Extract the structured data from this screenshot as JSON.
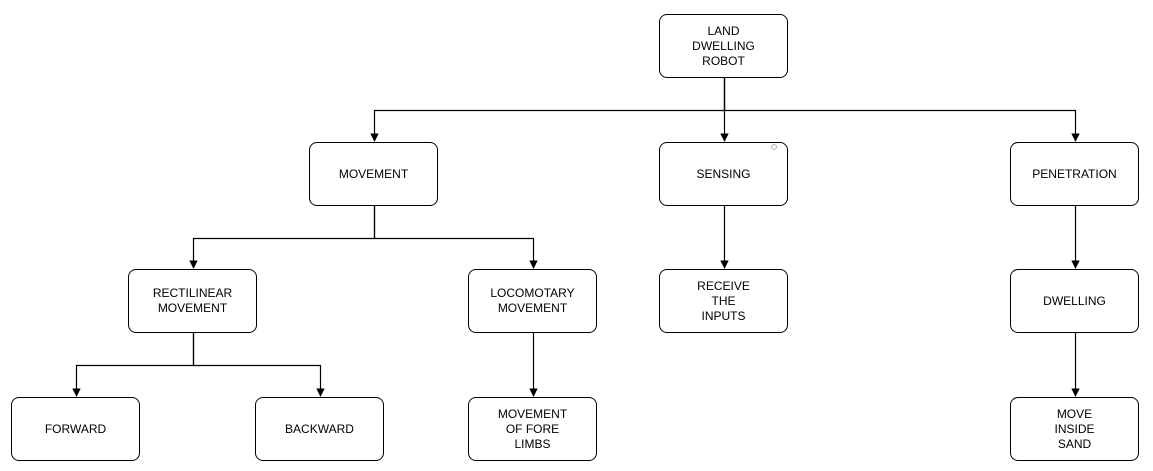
{
  "diagram": {
    "nodes": [
      {
        "id": "root",
        "label": "LAND\nDWELLING\nROBOT"
      },
      {
        "id": "movement",
        "label": "MOVEMENT"
      },
      {
        "id": "sensing",
        "label": "SENSING"
      },
      {
        "id": "penetration",
        "label": "PENETRATION"
      },
      {
        "id": "rectilinear",
        "label": "RECTILINEAR\nMOVEMENT"
      },
      {
        "id": "locomotary",
        "label": "LOCOMOTARY\nMOVEMENT"
      },
      {
        "id": "receive",
        "label": "RECEIVE\nTHE\nINPUTS"
      },
      {
        "id": "dwelling",
        "label": "DWELLING"
      },
      {
        "id": "forward",
        "label": "FORWARD"
      },
      {
        "id": "backward",
        "label": "BACKWARD"
      },
      {
        "id": "forelimbs",
        "label": "MOVEMENT\nOF FORE\nLIMBS"
      },
      {
        "id": "sand",
        "label": "MOVE\nINSIDE\nSAND"
      }
    ],
    "edges": [
      {
        "from": "root",
        "to": "movement"
      },
      {
        "from": "root",
        "to": "sensing"
      },
      {
        "from": "root",
        "to": "penetration"
      },
      {
        "from": "movement",
        "to": "rectilinear"
      },
      {
        "from": "movement",
        "to": "locomotary"
      },
      {
        "from": "sensing",
        "to": "receive"
      },
      {
        "from": "penetration",
        "to": "dwelling"
      },
      {
        "from": "rectilinear",
        "to": "forward"
      },
      {
        "from": "rectilinear",
        "to": "backward"
      },
      {
        "from": "locomotary",
        "to": "forelimbs"
      },
      {
        "from": "dwelling",
        "to": "sand"
      }
    ]
  }
}
